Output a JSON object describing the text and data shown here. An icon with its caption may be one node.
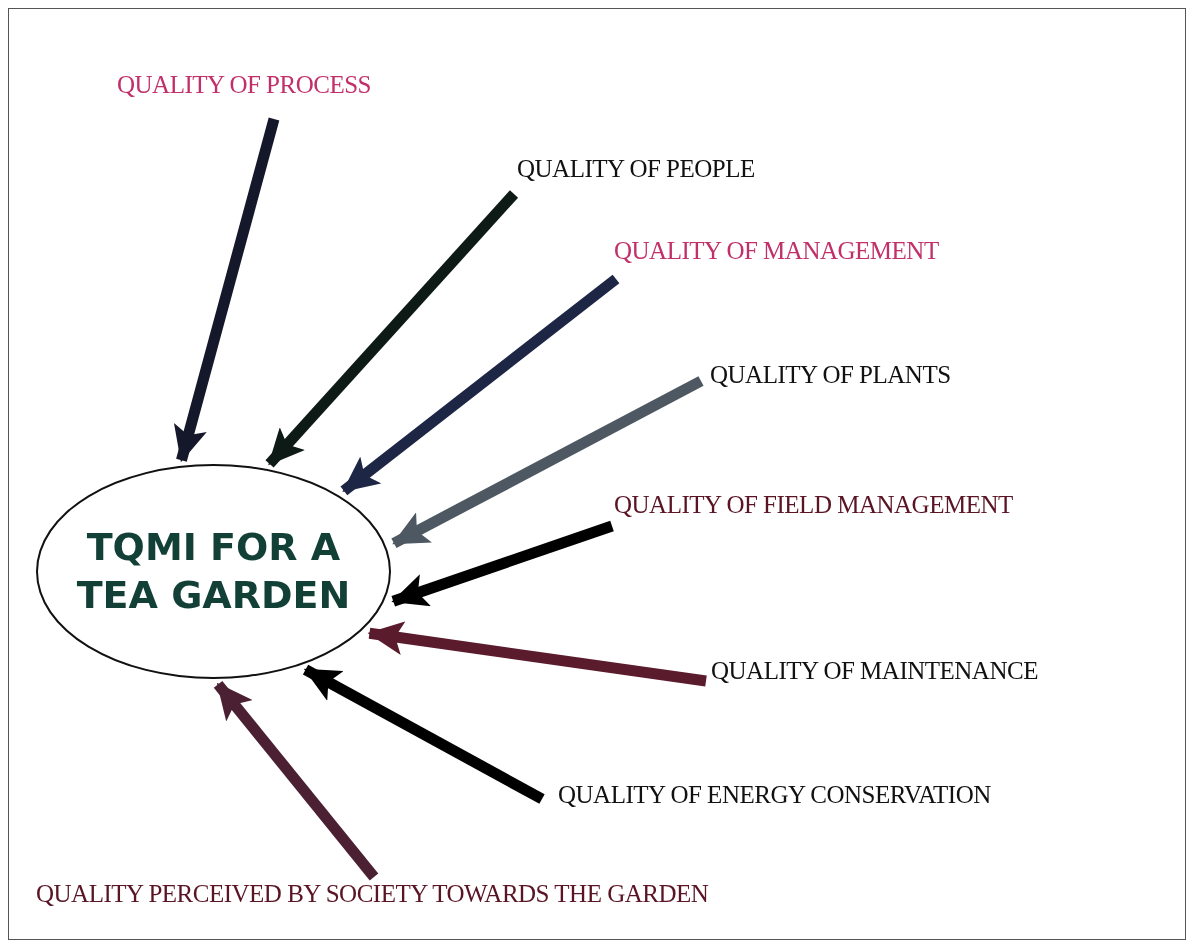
{
  "diagram": {
    "nodes": [
      {
        "text": [
          "TQMI FOR A TEA GARDEN"
        ]
      },
      {
        "text": [
          "QUALITY OF PROCESS"
        ]
      },
      {
        "text": [
          "QUALITY OF PEOPLE"
        ]
      },
      {
        "text": [
          "QUALITY OF MANAGEMENT"
        ]
      },
      {
        "text": [
          "QUALITY OF PLANTS"
        ]
      },
      {
        "text": [
          "QUALITY OF FIELD MANAGEMENT"
        ]
      },
      {
        "text": [
          "QUALITY OF MAINTENANCE"
        ]
      },
      {
        "text": [
          "QUALITY OF ENERGY CONSERVATION"
        ]
      },
      {
        "text": [
          "QUALITY PERCEIVED BY SOCIETY TOWARDS THE GARDEN"
        ]
      }
    ],
    "edges": [
      {
        "from": 1,
        "to": 0,
        "arrow": "to",
        "color": "#15172a"
      },
      {
        "from": 2,
        "to": 0,
        "arrow": "to",
        "color": "#0e1a16"
      },
      {
        "from": 3,
        "to": 0,
        "arrow": "to",
        "color": "#1d2644"
      },
      {
        "from": 4,
        "to": 0,
        "arrow": "to",
        "color": "#4d5862"
      },
      {
        "from": 5,
        "to": 0,
        "arrow": "to"
      },
      {
        "from": 6,
        "to": 0,
        "arrow": "to",
        "color": "#5a1b2c"
      },
      {
        "from": 7,
        "to": 0,
        "arrow": "to"
      },
      {
        "from": 8,
        "to": 0,
        "arrow": "to",
        "color": "#4b2033"
      }
    ]
  }
}
